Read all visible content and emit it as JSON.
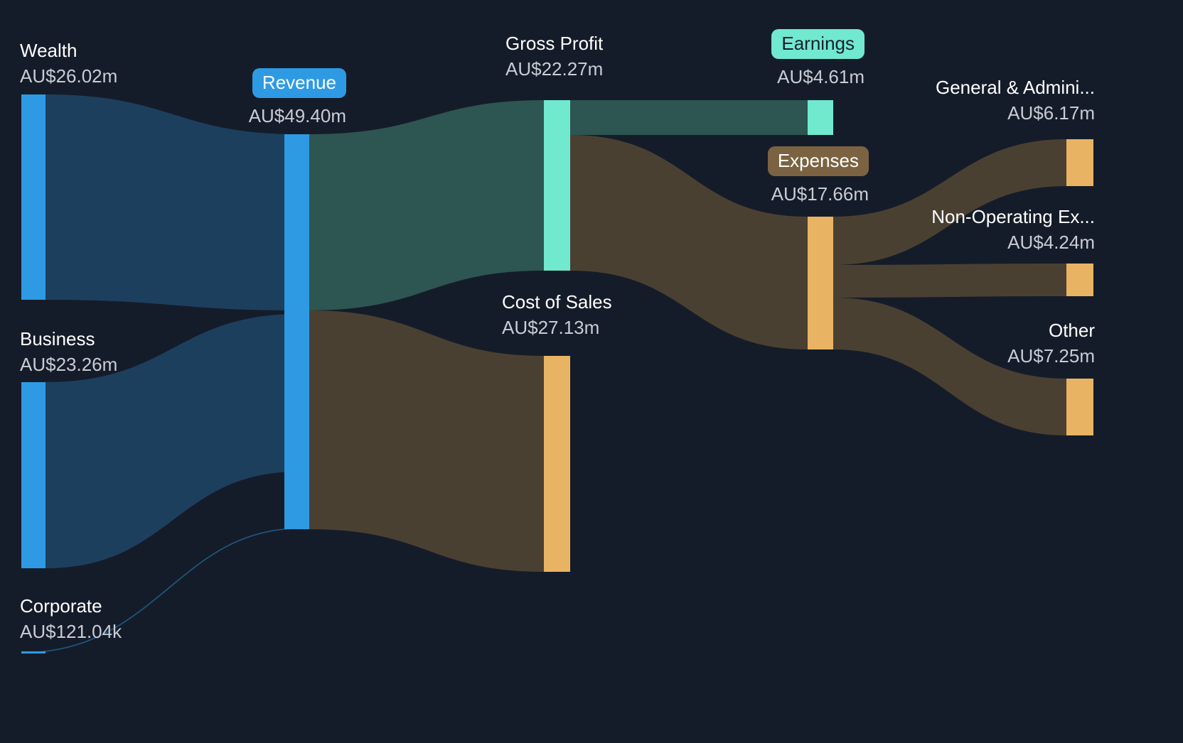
{
  "chart_data": {
    "type": "sankey",
    "title": "",
    "currency": "AU$",
    "background": "#151c29",
    "colors": {
      "revenue_blue": "#2e9ae3",
      "revenue_link": "#1d3f5e",
      "gross_profit_teal": "#70e9cf",
      "gross_profit_link": "#2d5551",
      "cost_orange": "#e8b464",
      "expense_link": "#4a4032",
      "expenses_badge": "#7b6342",
      "text_primary": "#ffffff",
      "text_secondary": "#c8ccd4"
    },
    "nodes": [
      {
        "id": "wealth",
        "label": "Wealth",
        "value_text": "AU$26.02m",
        "value": 26.02,
        "unit": "m",
        "column": 0,
        "color": "#2e9ae3",
        "label_align": "left"
      },
      {
        "id": "business",
        "label": "Business",
        "value_text": "AU$23.26m",
        "value": 23.26,
        "unit": "m",
        "column": 0,
        "color": "#2e9ae3",
        "label_align": "left"
      },
      {
        "id": "corporate",
        "label": "Corporate",
        "value_text": "AU$121.04k",
        "value": 0.12104,
        "unit": "k",
        "column": 0,
        "color": "#2e9ae3",
        "label_align": "left"
      },
      {
        "id": "revenue",
        "label": "Revenue",
        "value_text": "AU$49.40m",
        "value": 49.4,
        "unit": "m",
        "column": 1,
        "color": "#2e9ae3",
        "badge": true,
        "badge_style": "badge-revenue",
        "label_align": "right"
      },
      {
        "id": "gross_profit",
        "label": "Gross Profit",
        "value_text": "AU$22.27m",
        "value": 22.27,
        "unit": "m",
        "column": 2,
        "color": "#70e9cf",
        "label_align": "left"
      },
      {
        "id": "cost_of_sales",
        "label": "Cost of Sales",
        "value_text": "AU$27.13m",
        "value": 27.13,
        "unit": "m",
        "column": 2,
        "color": "#e8b464",
        "label_align": "left"
      },
      {
        "id": "earnings",
        "label": "Earnings",
        "value_text": "AU$4.61m",
        "value": 4.61,
        "unit": "m",
        "column": 3,
        "color": "#70e9cf",
        "badge": true,
        "badge_style": "badge-earnings",
        "label_align": "right"
      },
      {
        "id": "expenses",
        "label": "Expenses",
        "value_text": "AU$17.66m",
        "value": 17.66,
        "unit": "m",
        "column": 3,
        "color": "#e8b464",
        "badge": true,
        "badge_style": "badge-expenses",
        "label_align": "right"
      },
      {
        "id": "g_and_a",
        "label": "General & Admini...",
        "value_text": "AU$6.17m",
        "value": 6.17,
        "unit": "m",
        "column": 4,
        "color": "#e8b464",
        "label_align": "right"
      },
      {
        "id": "non_operating",
        "label": "Non-Operating Ex...",
        "value_text": "AU$4.24m",
        "value": 4.24,
        "unit": "m",
        "column": 4,
        "color": "#e8b464",
        "label_align": "right"
      },
      {
        "id": "other",
        "label": "Other",
        "value_text": "AU$7.25m",
        "value": 7.25,
        "unit": "m",
        "column": 4,
        "color": "#e8b464",
        "label_align": "right"
      }
    ],
    "links": [
      {
        "source": "wealth",
        "target": "revenue",
        "value": 26.02,
        "color": "#1d3f5e"
      },
      {
        "source": "business",
        "target": "revenue",
        "value": 23.26,
        "color": "#1d3f5e"
      },
      {
        "source": "corporate",
        "target": "revenue",
        "value": 0.12104,
        "color": "#1d3f5e"
      },
      {
        "source": "revenue",
        "target": "gross_profit",
        "value": 22.27,
        "color": "#2d5551"
      },
      {
        "source": "revenue",
        "target": "cost_of_sales",
        "value": 27.13,
        "color": "#4a4032"
      },
      {
        "source": "gross_profit",
        "target": "earnings",
        "value": 4.61,
        "color": "#2d5551"
      },
      {
        "source": "gross_profit",
        "target": "expenses",
        "value": 17.66,
        "color": "#4a4032"
      },
      {
        "source": "expenses",
        "target": "g_and_a",
        "value": 6.17,
        "color": "#4a4032"
      },
      {
        "source": "expenses",
        "target": "non_operating",
        "value": 4.24,
        "color": "#4a4032"
      },
      {
        "source": "expenses",
        "target": "other",
        "value": 7.25,
        "color": "#4a4032"
      }
    ]
  },
  "labels": {
    "wealth": {
      "name": "Wealth",
      "value": "AU$26.02m"
    },
    "business": {
      "name": "Business",
      "value": "AU$23.26m"
    },
    "corporate": {
      "name": "Corporate",
      "value": "AU$121.04k"
    },
    "revenue": {
      "name": "Revenue",
      "value": "AU$49.40m"
    },
    "gross_profit": {
      "name": "Gross Profit",
      "value": "AU$22.27m"
    },
    "cost_of_sales": {
      "name": "Cost of Sales",
      "value": "AU$27.13m"
    },
    "earnings": {
      "name": "Earnings",
      "value": "AU$4.61m"
    },
    "expenses": {
      "name": "Expenses",
      "value": "AU$17.66m"
    },
    "g_and_a": {
      "name": "General & Admini...",
      "value": "AU$6.17m"
    },
    "non_operating": {
      "name": "Non-Operating Ex...",
      "value": "AU$4.24m"
    },
    "other": {
      "name": "Other",
      "value": "AU$7.25m"
    }
  }
}
